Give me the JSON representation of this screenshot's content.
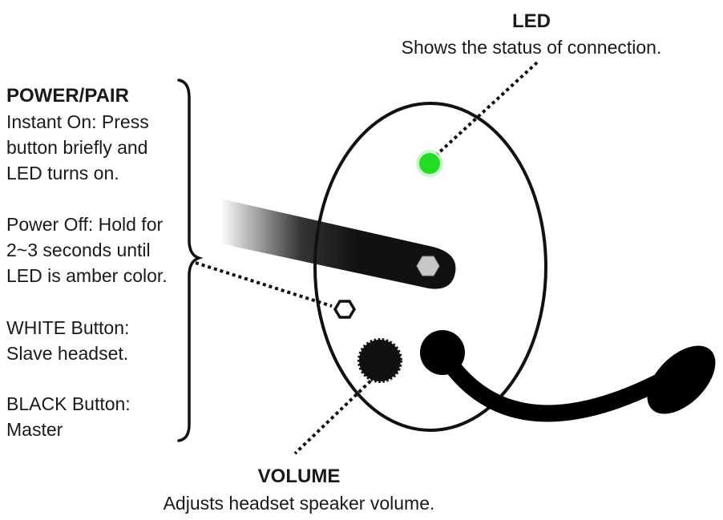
{
  "led": {
    "title": "LED",
    "description": "Shows the status of connection.",
    "color": "#22dd22"
  },
  "power_pair": {
    "title": "POWER/PAIR",
    "lines": [
      "Instant On: Press",
      "button briefly and",
      "LED turns on.",
      "Power Off: Hold for",
      "2~3 seconds until",
      "LED is amber color.",
      "WHITE Button:",
      "Slave headset.",
      "BLACK Button:",
      "Master"
    ]
  },
  "volume": {
    "title": "VOLUME",
    "description": "Adjusts headset speaker volume."
  }
}
